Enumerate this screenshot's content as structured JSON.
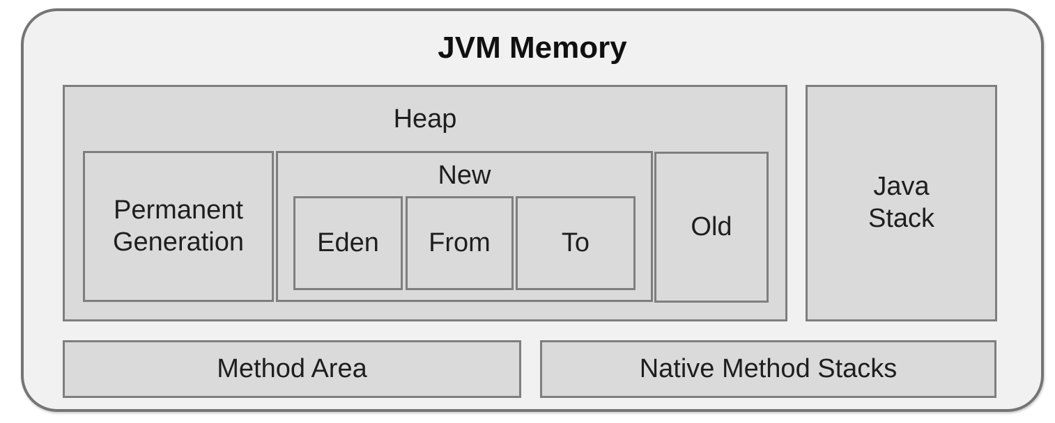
{
  "diagram": {
    "title": "JVM Memory",
    "heap": {
      "label": "Heap"
    },
    "permanent_generation": {
      "label": "Permanent\nGeneration"
    },
    "new": {
      "label": "New"
    },
    "eden": {
      "label": "Eden"
    },
    "from": {
      "label": "From"
    },
    "to": {
      "label": "To"
    },
    "old": {
      "label": "Old"
    },
    "java_stack": {
      "label": "Java\nStack"
    },
    "method_area": {
      "label": "Method Area"
    },
    "native_method_stacks": {
      "label": "Native Method Stacks"
    },
    "colors": {
      "canvas_background": "#ffffff",
      "container_fill": "#f1f1f1",
      "container_border": "#757575",
      "box_fill": "#dadada",
      "box_border": "#7e7e7e",
      "text": "#1e1e1e"
    }
  }
}
